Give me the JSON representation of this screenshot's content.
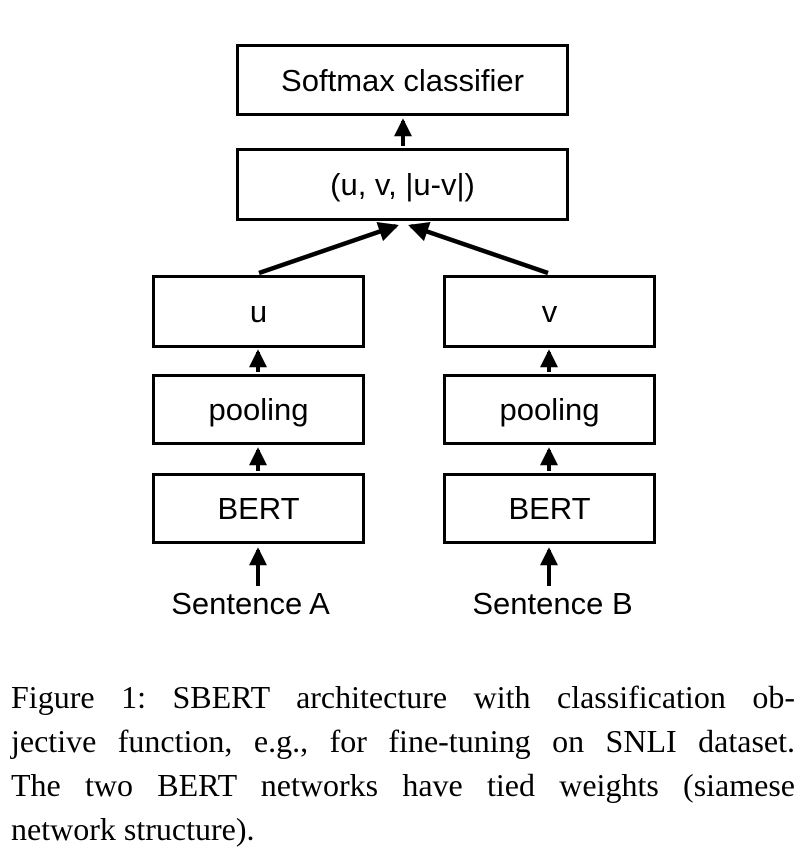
{
  "figure": {
    "type": "architecture-diagram",
    "boxes": {
      "softmax": "Softmax classifier",
      "concat": "(u, v, |u-v|)",
      "u": "u",
      "v": "v",
      "pooling_left": "pooling",
      "pooling_right": "pooling",
      "bert_left": "BERT",
      "bert_right": "BERT"
    },
    "inputs": {
      "sentence_a": "Sentence A",
      "sentence_b": "Sentence B"
    },
    "arrows": [
      "concat-to-softmax",
      "u-to-concat",
      "v-to-concat",
      "pooling-left-to-u",
      "pooling-right-to-v",
      "bert-left-to-pooling",
      "bert-right-to-pooling",
      "sentence-a-to-bert",
      "sentence-b-to-bert"
    ]
  },
  "caption": {
    "lines": [
      "Figure 1:  SBERT architecture with classification ob-",
      "jective function, e.g., for fine-tuning on SNLI dataset.",
      "The two BERT networks have tied weights (siamese",
      "network structure)."
    ]
  },
  "colors": {
    "foreground": "#000000",
    "background": "#ffffff"
  }
}
